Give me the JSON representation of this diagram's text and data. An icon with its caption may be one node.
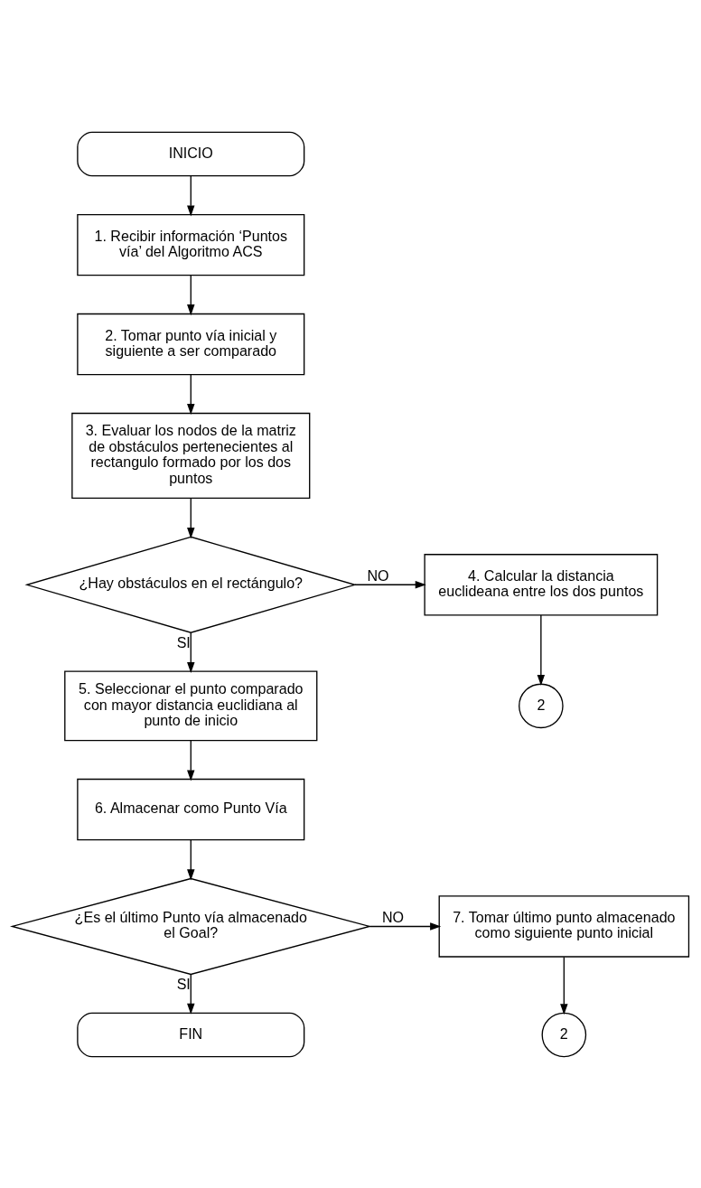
{
  "diagram": {
    "nodes": [
      {
        "text": [
          "INICIO"
        ]
      },
      {
        "text": [
          "1. Recibir información ‘Puntos vía’ del Algoritmo ACS"
        ]
      },
      {
        "text": [
          "2. Tomar punto vía inicial y siguiente a ser comparado"
        ]
      },
      {
        "text": [
          "3. Evaluar los nodos de la matriz de obstáculos pertenecientes al rectangulo formado por los dos puntos"
        ]
      },
      {
        "text": [
          "¿Hay obstáculos en el rectángulo?"
        ]
      },
      {
        "text": [
          "4. Calcular la distancia euclideana entre los dos puntos"
        ]
      },
      {
        "text": [
          "2"
        ]
      },
      {
        "text": [
          "5. Seleccionar el punto comparado con mayor distancia euclidiana al punto de inicio"
        ]
      },
      {
        "text": [
          "6. Almacenar como Punto Vía"
        ]
      },
      {
        "text": [
          "¿Es el último Punto vía almacenado el Goal?"
        ]
      },
      {
        "text": [
          "7. Tomar último punto almacenado como siguiente punto inicial"
        ]
      },
      {
        "text": [
          "2"
        ]
      },
      {
        "text": [
          "FIN"
        ]
      }
    ],
    "edges": [
      {
        "from": 0,
        "to": 1,
        "arrow": "to"
      },
      {
        "from": 1,
        "to": 2,
        "arrow": "to"
      },
      {
        "from": 2,
        "to": 3,
        "arrow": "to"
      },
      {
        "from": 3,
        "to": 4,
        "arrow": "to"
      },
      {
        "from": 4,
        "to": 5,
        "arrow": "to",
        "label": "NO"
      },
      {
        "from": 5,
        "to": 6,
        "arrow": "to"
      },
      {
        "from": 4,
        "to": 7,
        "arrow": "to",
        "label": "SI"
      },
      {
        "from": 7,
        "to": 8,
        "arrow": "to"
      },
      {
        "from": 8,
        "to": 9,
        "arrow": "to"
      },
      {
        "from": 9,
        "to": 10,
        "arrow": "to",
        "label": "NO"
      },
      {
        "from": 10,
        "to": 11,
        "arrow": "to"
      },
      {
        "from": 9,
        "to": 12,
        "arrow": "to",
        "label": "SI"
      }
    ]
  }
}
